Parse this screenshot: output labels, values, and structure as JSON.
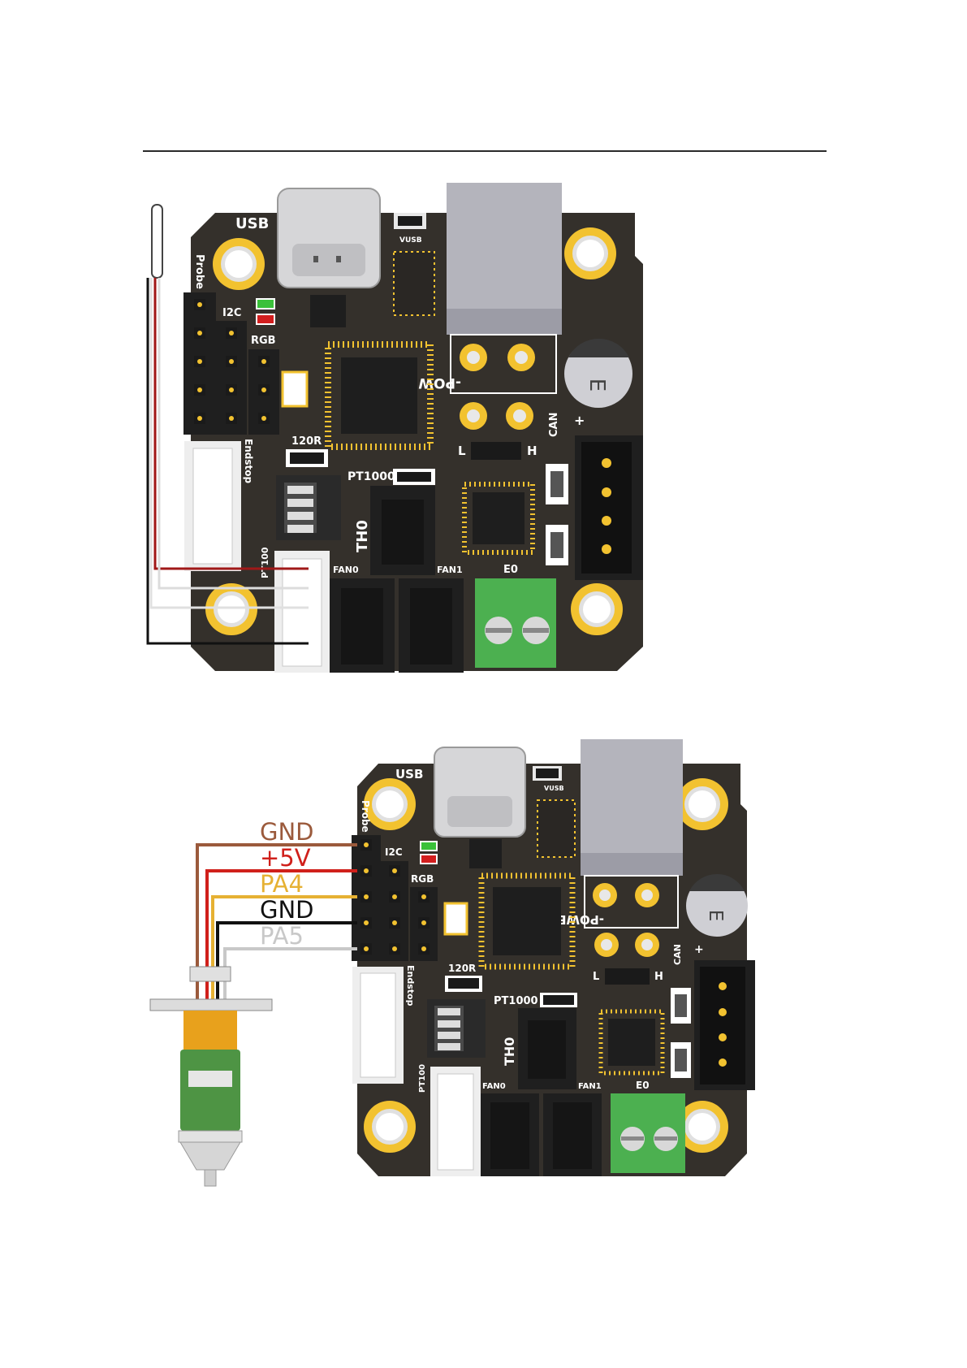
{
  "colors": {
    "pcb": "#34302b",
    "pad_gold": "#f2c230",
    "wire_gnd_brown": "#9b5a3c",
    "wire_5v_red": "#d0201b",
    "wire_pa4_yellow": "#e6b133",
    "wire_gnd_black": "#111111",
    "wire_pa5_gray": "#c8c8c8",
    "terminal_green": "#4cb050"
  },
  "board1": {
    "silk": {
      "usb": "USB",
      "vusb": "VUSB",
      "probe": "Probe",
      "i2c": "I2C",
      "rgb": "RGB",
      "endstop": "Endstop",
      "r120": "120R",
      "pt1000": "PT1000",
      "th0": "TH0",
      "pt100": "PT100",
      "fan0": "FAN0",
      "fan1": "FAN1",
      "e0": "E0",
      "can": "CAN",
      "power": "-POWER+",
      "l": "L",
      "h": "H",
      "plus": "+"
    }
  },
  "board2": {
    "silk": {
      "usb": "USB",
      "vusb": "VUSB",
      "probe": "Probe",
      "i2c": "I2C",
      "rgb": "RGB",
      "endstop": "Endstop",
      "r120": "120R",
      "pt1000": "PT1000",
      "th0": "TH0",
      "pt100": "PT100",
      "fan0": "FAN0",
      "fan1": "FAN1",
      "e0": "E0",
      "can": "CAN",
      "power": "-POWER+",
      "l": "L",
      "h": "H",
      "plus": "+"
    },
    "wire_labels": [
      {
        "text": "GND",
        "color": "#9b5a3c"
      },
      {
        "text": "+5V",
        "color": "#d0201b"
      },
      {
        "text": "PA4",
        "color": "#e6b133"
      },
      {
        "text": "GND",
        "color": "#111111"
      },
      {
        "text": "PA5",
        "color": "#c8c8c8"
      }
    ]
  }
}
